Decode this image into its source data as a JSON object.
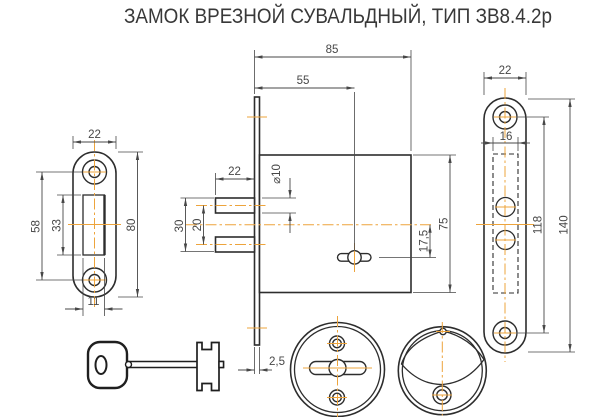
{
  "title": "ЗАМОК ВРЕЗНОЙ СУВАЛЬДНЫЙ, ТИП ЗВ8.4.2р",
  "colors": {
    "line": "#2d2d2d",
    "dimension": "#474747",
    "centerline": "#eda43c",
    "background": "#ffffff"
  },
  "strike_plate_view": {
    "width": "22",
    "hole_spacing": "58",
    "slot_height": "33",
    "height": "80",
    "slot_width": "11"
  },
  "lock_body_view": {
    "width": "85",
    "backset": "55",
    "bolt_length": "22",
    "bolt_diameter": "⌀10",
    "bolts_outer_span": "30",
    "bolts_center_spacing": "20",
    "height": "75",
    "keyhole_offset": "17,5",
    "faceplate_thickness": "2,5"
  },
  "faceplate_view": {
    "width": "22",
    "body_thickness": "16",
    "screw_spacing": "118",
    "height": "140"
  }
}
